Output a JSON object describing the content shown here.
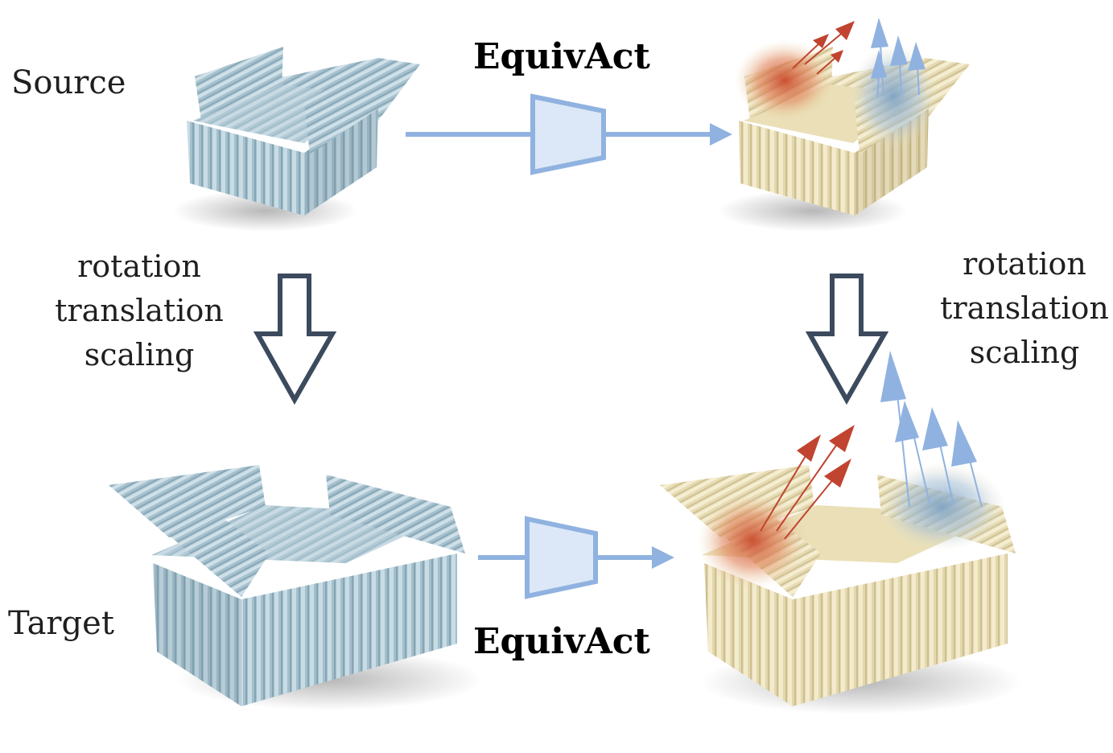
{
  "labels": {
    "source": "Source",
    "target": "Target"
  },
  "model": {
    "top_title": "EquivAct",
    "bottom_title": "EquivAct"
  },
  "transform_left": [
    "rotation",
    "translation",
    "scaling"
  ],
  "transform_right": [
    "rotation",
    "translation",
    "scaling"
  ],
  "colors": {
    "point_cloud_blue": "#a9c3cf",
    "arrow_blue": "#90b2e0",
    "encoder_fill": "#dce8f7",
    "down_arrow_outline": "#3c4a5e",
    "heat_red": "#c0442f",
    "heat_cream": "#ece1b8",
    "heat_blue": "#8fb0cc"
  }
}
